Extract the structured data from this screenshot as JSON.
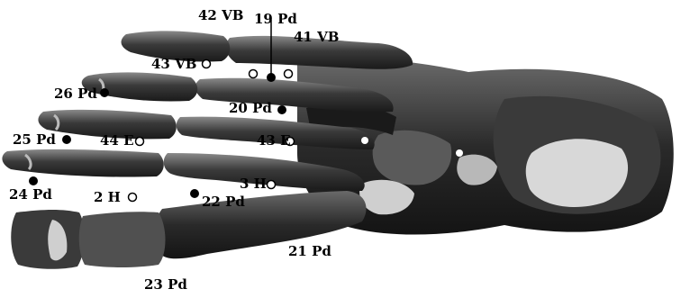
{
  "colors": {
    "bone_dark": "#1c1c1c",
    "bone_mid": "#4a4a4a",
    "bone_light": "#9a9a9a",
    "bone_highlight": "#d8d8d8",
    "marker_filled": "#000000",
    "marker_open_fill": "#ffffff",
    "text": "#000000"
  },
  "point_labels": [
    {
      "id": "42vb",
      "text": "42 VB",
      "marker": "none"
    },
    {
      "id": "19pd",
      "text": "19 Pd",
      "marker": "filled"
    },
    {
      "id": "41vb",
      "text": "41 VB",
      "marker": "open"
    },
    {
      "id": "43vb",
      "text": "43 VB",
      "marker": "open"
    },
    {
      "id": "26pd",
      "text": "26 Pd",
      "marker": "filled"
    },
    {
      "id": "20pd",
      "text": "20 Pd",
      "marker": "filled"
    },
    {
      "id": "25pd",
      "text": "25 Pd",
      "marker": "filled"
    },
    {
      "id": "44e",
      "text": "44 E",
      "marker": "open"
    },
    {
      "id": "43e",
      "text": "43 E",
      "marker": "open"
    },
    {
      "id": "24pd",
      "text": "24 Pd",
      "marker": "filled"
    },
    {
      "id": "2h",
      "text": "2 H",
      "marker": "open"
    },
    {
      "id": "22pd",
      "text": "22 Pd",
      "marker": "filled"
    },
    {
      "id": "3h",
      "text": "3 H",
      "marker": "open"
    },
    {
      "id": "21pd",
      "text": "21 Pd",
      "marker": "filled"
    },
    {
      "id": "23pd",
      "text": "23 Pd",
      "marker": "filled"
    }
  ]
}
